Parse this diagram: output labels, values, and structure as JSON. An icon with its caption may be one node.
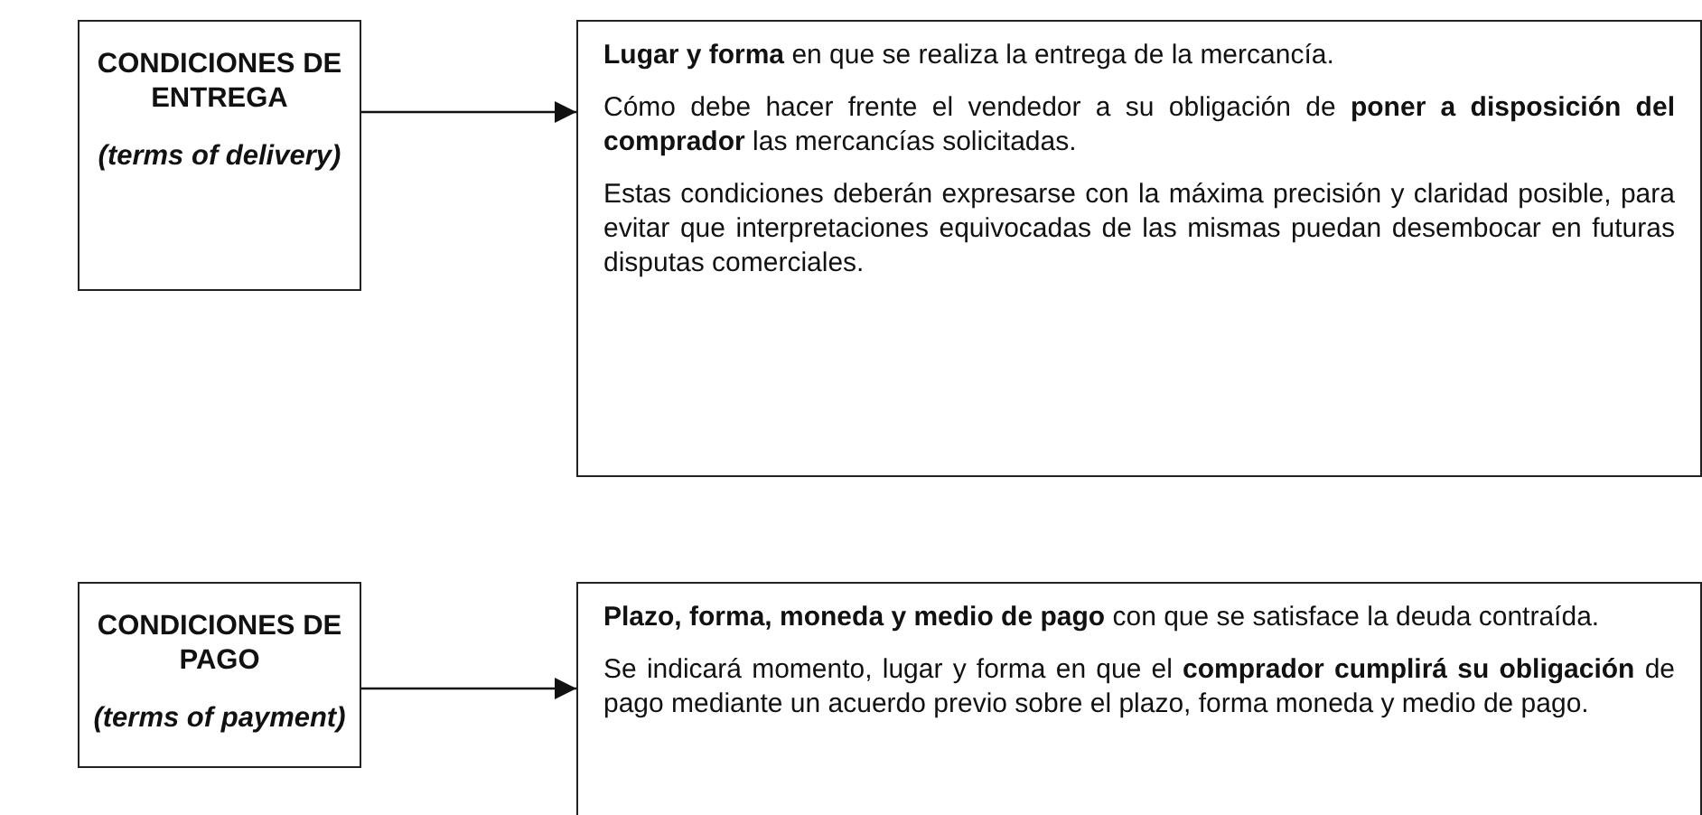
{
  "diagram": {
    "nodes": [
      {
        "text": [
          "CONDICIONES DE ENTREGA",
          "(terms of delivery)"
        ]
      },
      {
        "text": [
          "**Lugar y forma** en que se realiza la entrega de la mercancía.",
          "Cómo debe hacer frente el vendedor a su obligación de **poner a disposición del comprador** las mercancías solicitadas.",
          "Estas condiciones deberán expresarse con la máxima precisión y claridad posible, para evitar que interpretaciones equivocadas de las mismas puedan desembocar en futuras disputas comerciales."
        ]
      },
      {
        "text": [
          "CONDICIONES DE PAGO",
          "(terms of payment)"
        ]
      },
      {
        "text": [
          "**Plazo, forma, moneda y medio de pago** con que se satisface la deuda contraída.",
          "Se indicará momento, lugar y forma en que el **comprador cumplirá su obligación** de pago mediante un acuerdo previo sobre el plazo, forma moneda y medio de pago."
        ]
      }
    ],
    "edges": [
      {
        "from": 0,
        "to": 1,
        "arrow": "to"
      },
      {
        "from": 2,
        "to": 3,
        "arrow": "to"
      }
    ]
  }
}
